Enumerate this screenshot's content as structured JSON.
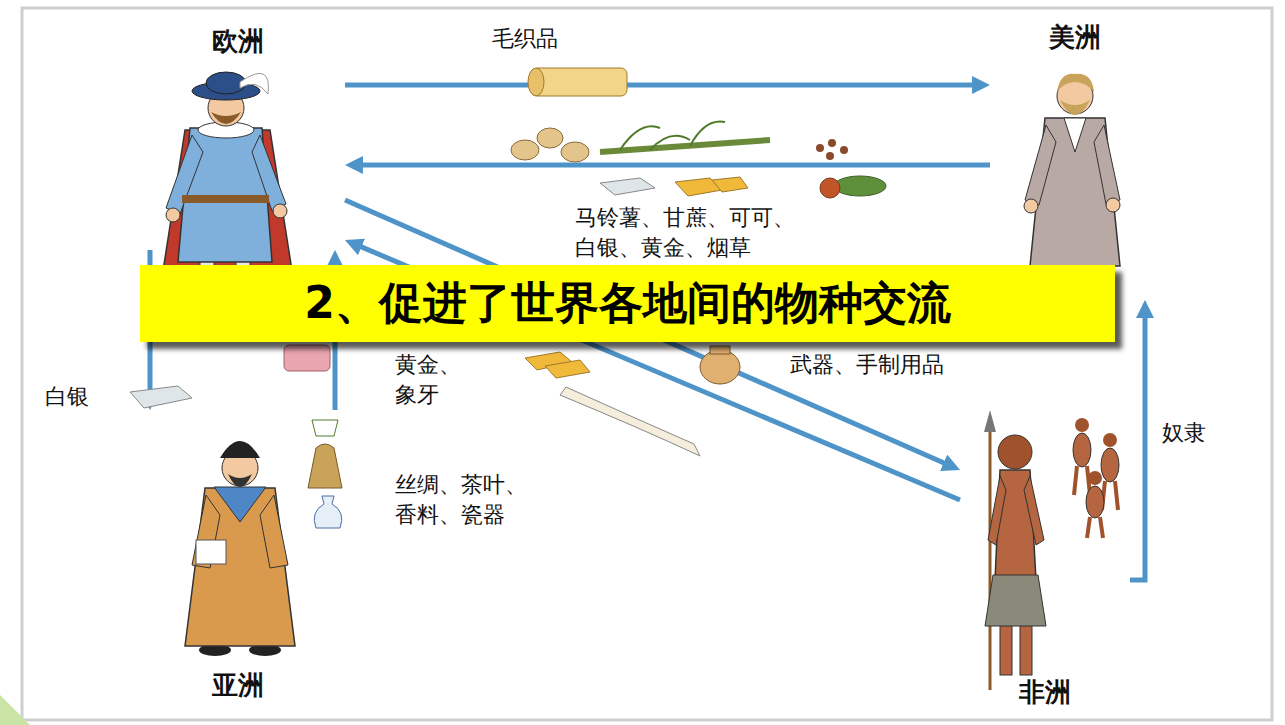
{
  "diagram": {
    "title": "2、促进了世界各地间的物种交流",
    "nodes": [
      {
        "text": [
          "欧洲"
        ]
      },
      {
        "text": [
          "美洲"
        ]
      },
      {
        "text": [
          "亚洲"
        ]
      },
      {
        "text": [
          "非洲"
        ]
      }
    ],
    "edges": [
      {
        "from": 0,
        "to": 1,
        "arrow": "to",
        "label": "毛织品"
      },
      {
        "from": 1,
        "to": 0,
        "arrow": "to",
        "label": "马铃薯、甘蔗、可可、白银、黄金、烟草"
      },
      {
        "from": 0,
        "to": 3,
        "arrow": "to",
        "label": "武器、手制用品"
      },
      {
        "from": 3,
        "to": 0,
        "arrow": "to",
        "label": "黄金、象牙"
      },
      {
        "from": 0,
        "to": 2,
        "arrow": "to",
        "label": "白银"
      },
      {
        "from": 2,
        "to": 0,
        "arrow": "to",
        "label": "丝绸、茶叶、香料、瓷器"
      },
      {
        "from": 3,
        "to": 1,
        "arrow": "to",
        "label": "奴隶"
      }
    ]
  }
}
